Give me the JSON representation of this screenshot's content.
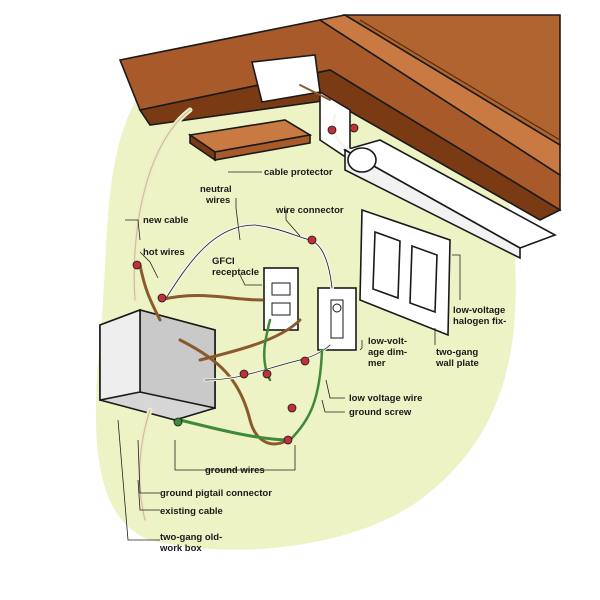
{
  "labels": {
    "cable_protector": "cable protector",
    "neutral_wires_1": "neutral",
    "neutral_wires_2": "wires",
    "wire_connector": "wire connector",
    "new_cable": "new cable",
    "hot_wires": "hot wires",
    "gfci_1": "GFCI",
    "gfci_2": "receptacle",
    "low_voltage_halogen_1": "low-voltage",
    "low_voltage_halogen_2": "halogen fix-",
    "low_voltage_dimmer_1": "low-volt-",
    "low_voltage_dimmer_2": "age dim-",
    "low_voltage_dimmer_3": "mer",
    "two_gang_wall_plate_1": "two-gang",
    "two_gang_wall_plate_2": "wall plate",
    "low_voltage_wire": "low voltage wire",
    "ground_screw": "ground screw",
    "ground_wires": "ground wires",
    "ground_pigtail": "ground pigtail connector",
    "existing_cable": "existing cable",
    "old_work_box_1": "two-gang old-",
    "old_work_box_2": "work box"
  },
  "colors": {
    "wall": "#edf3c4",
    "cabinet": "#a85a2a",
    "cabinet_dark": "#7a3a14",
    "cabinet_light": "#c97a42",
    "fixture": "#ffffff",
    "box": "#c9c9c9",
    "wire_brown": "#8a5a2e",
    "wire_white": "#f4f4ec",
    "wire_green": "#3f8a3a",
    "connector": "#c0303a"
  }
}
